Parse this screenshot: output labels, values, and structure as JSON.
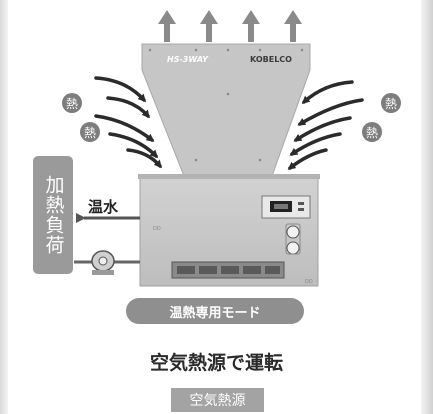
{
  "diagram": {
    "product_badge": "HS-3WAY",
    "brand_logo": "KOBELCO",
    "heat_label": "熱",
    "hot_water_label": "温水",
    "heating_load_label": "加熱負荷",
    "mode_label": "温熱専用モード",
    "operation_caption": "空気熱源で運転",
    "source_tag": "空気熱源"
  },
  "colors": {
    "unit_body": "#c7c7c7",
    "arrow_dark": "#2b2b2b",
    "exhaust_arrow": "#8a8a8a",
    "heat_circle": "#7d7d7d",
    "pill_gray": "#8f8f8f"
  }
}
